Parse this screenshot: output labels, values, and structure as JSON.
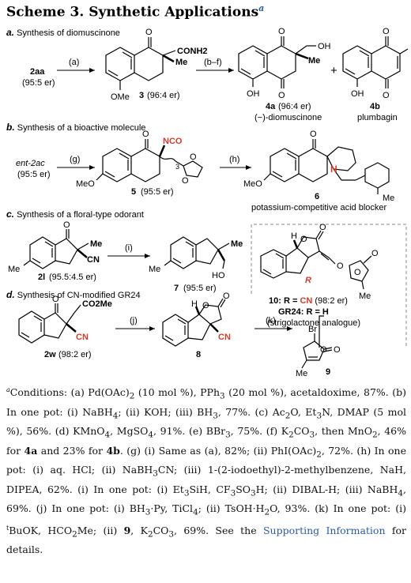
{
  "header": {
    "title": "Scheme 3. Synthetic Applications",
    "title_mark": "a"
  },
  "sections": {
    "a": {
      "letter": "a.",
      "text": "Synthesis of diomuscinone"
    },
    "b": {
      "letter": "b.",
      "text": "Synthesis of a bioactive molecule"
    },
    "c": {
      "letter": "c.",
      "text": "Synthesis of a floral-type odorant"
    },
    "d": {
      "letter": "d.",
      "text": "Synthesis of CN-modified GR24"
    }
  },
  "scheme": {
    "a": {
      "start": "2aa",
      "start_er": "(95:5 er)",
      "step1": "(a)",
      "p3_conh2": "CONH2",
      "p3_me": "Me",
      "p3_ome": "OMe",
      "p3_label": "3",
      "p3_er": "(96:4 er)",
      "step2": "(b–f)",
      "p4a_oh": "OH",
      "p4a_me": "Me",
      "p4a_oh2": "OH",
      "p4a_label": "4a",
      "p4a_er": "(96:4 er)",
      "p4a_name": "(−)-diomuscinone",
      "plus": "+",
      "p4b_oh": "OH",
      "p4b_label": "4b",
      "p4b_name": "plumbagin"
    },
    "b": {
      "start": "ent-2ac",
      "start_er": "(95:5 er)",
      "step1": "(g)",
      "nco": "NCO",
      "subscript": "3",
      "meo1": "MeO",
      "p5_label": "5",
      "p5_er": "(95:5 er)",
      "step2": "(h)",
      "n_atom": "N",
      "meo2": "MeO",
      "p6_label": "6",
      "p6_desc": "potassium-competitive acid blocker"
    },
    "c": {
      "me1": "Me",
      "cn1": "CN",
      "me_ring": "Me",
      "s2l_label": "2l",
      "s2l_er": "(95.5:4.5 er)",
      "step1": "(i)",
      "me2": "Me",
      "me_ring2": "Me",
      "oh": "HO",
      "p7_label": "7",
      "p7_er": "(95:5 er)"
    },
    "gr24": {
      "h": "H",
      "r": "R",
      "line1_a": "10: R = ",
      "line1_cn": "CN",
      "line1_b": " (98:2 er)",
      "line2": "GR24: R = H",
      "line3": "(strigolactone analogue)",
      "o": "O",
      "me": "Me"
    },
    "d": {
      "co2me": "CO2Me",
      "cn1": "CN",
      "s2w_label": "2w",
      "s2w_er": "(98:2 er)",
      "step1": "(j)",
      "h8": "H",
      "cn2": "CN",
      "p8_label": "8",
      "step2": "(k)",
      "br": "Br",
      "me9": "Me",
      "p9_label": "9"
    }
  },
  "footnote": {
    "mark": "a",
    "t1": "Conditions: (a) Pd(OAc)",
    "t2": ", PPh",
    "t3": " (20 mol %), acetaldoxime, 87%. (b) In one pot: (i) NaBH",
    "t4": "; (ii) KOH; (iii) BH",
    "t5": ", 77%. (c) Ac",
    "t6": "O, Et",
    "t7": "N, DMAP (5 mol %), 56%. (d) KMnO",
    "t8": ", MgSO",
    "t9": ", 91%. (e) BBr",
    "t10": ", 75%. (f) K",
    "t11": "CO",
    "t12": ", then MnO",
    "t13": ", 46% for ",
    "b4a": "4a",
    "t14": " and 23% for ",
    "b4b": "4b",
    "t15": ". (g) (i) Same as (a), 82%; (ii) PhI(OAc)",
    "t16": ", 72%. (h) In one pot: (i) aq. HCl; (ii) NaBH",
    "t17": "CN; (iii) 1-(2-iodoethyl)-2-methylbenzene, NaH, DIPEA, 62%. (i) In one pot: (i) Et",
    "t18": "SiH, CF",
    "t19": "SO",
    "t20": "H; (ii) DIBAL-H; (iii) NaBH",
    "t21": ", 69%. (j) In one pot: (i) BH",
    "t22": "·Py, TiCl",
    "t23": "; (ii) TsOH·H",
    "t24": "O, 93%. (k) In one pot: (i) ",
    "tbu_t": "t",
    "t25": "BuOK, HCO",
    "t26": "Me; (ii) ",
    "b9": "9",
    "t27": ", K",
    "t28": "CO",
    "t29": ", 69%. See the ",
    "link": "Supporting Information",
    "t30": " for details."
  }
}
